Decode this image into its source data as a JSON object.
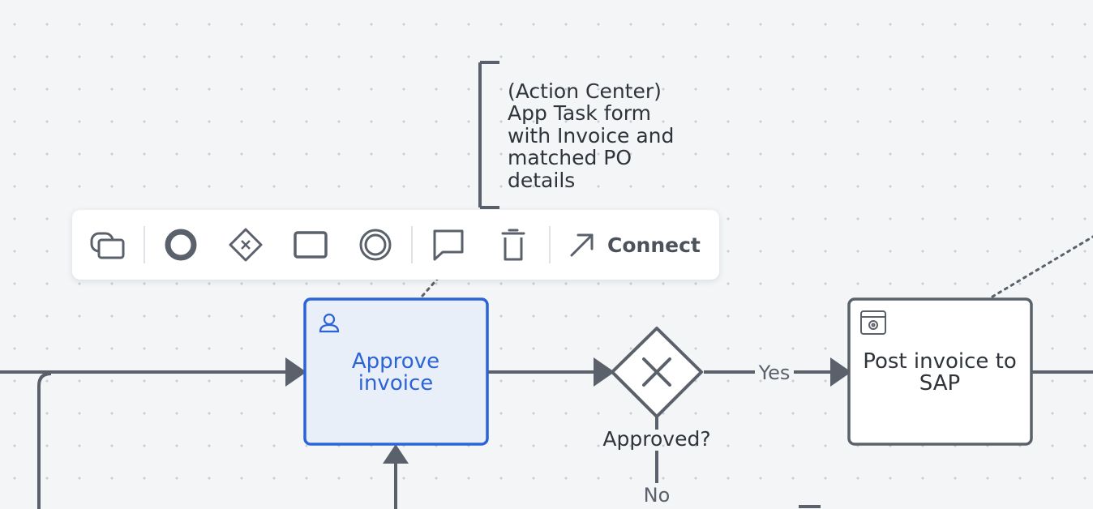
{
  "toolbar": {
    "connect_label": "Connect",
    "icons": [
      "append-group-icon",
      "start-event-icon",
      "gateway-icon",
      "task-icon",
      "intermediate-event-icon",
      "annotation-icon",
      "delete-icon",
      "connect-arrow-icon"
    ]
  },
  "annotation": {
    "lines": [
      "(Action Center)",
      "App Task form",
      "with Invoice and",
      "matched PO",
      "details"
    ]
  },
  "nodes": {
    "approve_task": {
      "lines": [
        "Approve",
        "invoice"
      ],
      "type_icon": "user-icon"
    },
    "gateway": {
      "label": "Approved?",
      "icon": "exclusive-x-icon"
    },
    "post_task": {
      "lines": [
        "Post invoice to",
        "SAP"
      ],
      "type_icon": "service-gear-icon"
    }
  },
  "flows": {
    "yes_label": "Yes",
    "no_label": "No"
  },
  "colors": {
    "line": "#5a616b",
    "selected_border": "#2c63d6",
    "selected_fill": "#e8eff9",
    "selected_text": "#2c63d6"
  }
}
